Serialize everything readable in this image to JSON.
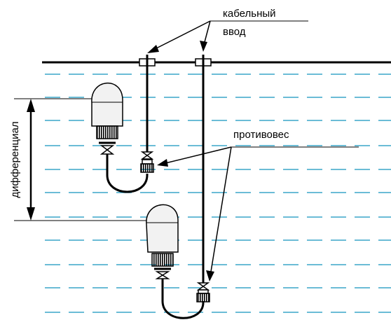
{
  "labels": {
    "cable_entry_line1": "кабельный",
    "cable_entry_line2": "ввод",
    "counterweight": "противовес",
    "differential": "дифференциал"
  },
  "colors": {
    "water_lines": "#3aa6c9",
    "ink": "#000000",
    "bulb_fill": "#f2f2f2"
  }
}
